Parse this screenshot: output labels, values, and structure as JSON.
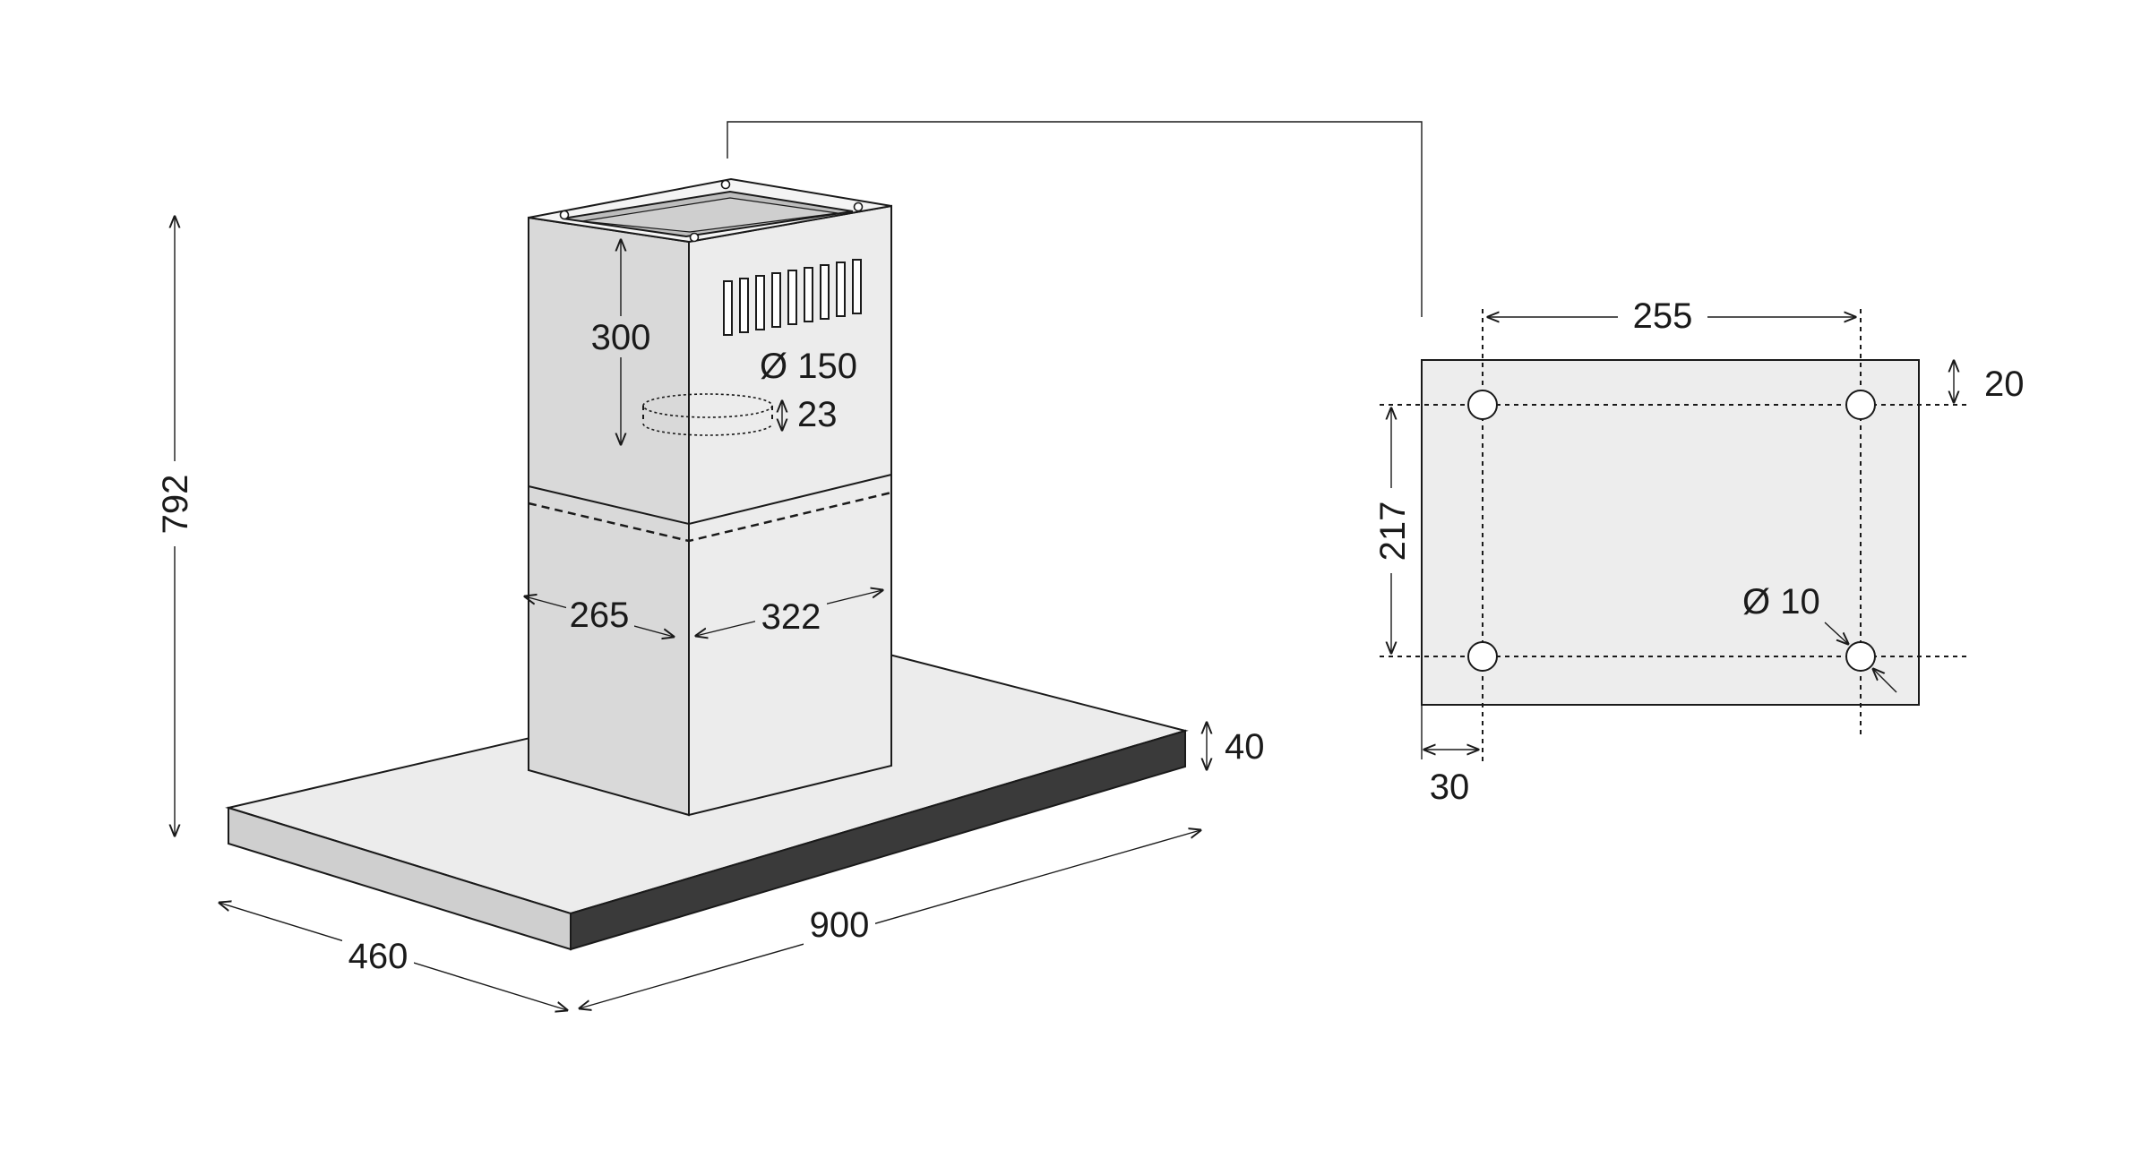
{
  "hood_drawing": {
    "overall_height": "792",
    "canopy_depth": "460",
    "canopy_width": "900",
    "canopy_thickness": "40",
    "chimney_depth": "265",
    "chimney_width": "322",
    "outlet_height": "300",
    "outlet_diameter": "Ø 150",
    "collar_height": "23"
  },
  "bracket_drawing": {
    "hole_spacing_horizontal": "255",
    "hole_spacing_vertical": "217",
    "top_offset": "20",
    "side_offset": "30",
    "hole_diameter": "Ø 10"
  },
  "colors": {
    "outline": "#1a1a1a",
    "chimney_front": "#d9d9d9",
    "chimney_side": "#ececec",
    "canopy_top": "#ececec",
    "canopy_front": "#cfcfcf",
    "canopy_edge": "#3a3a3a",
    "plate_fill": "#ededed"
  }
}
